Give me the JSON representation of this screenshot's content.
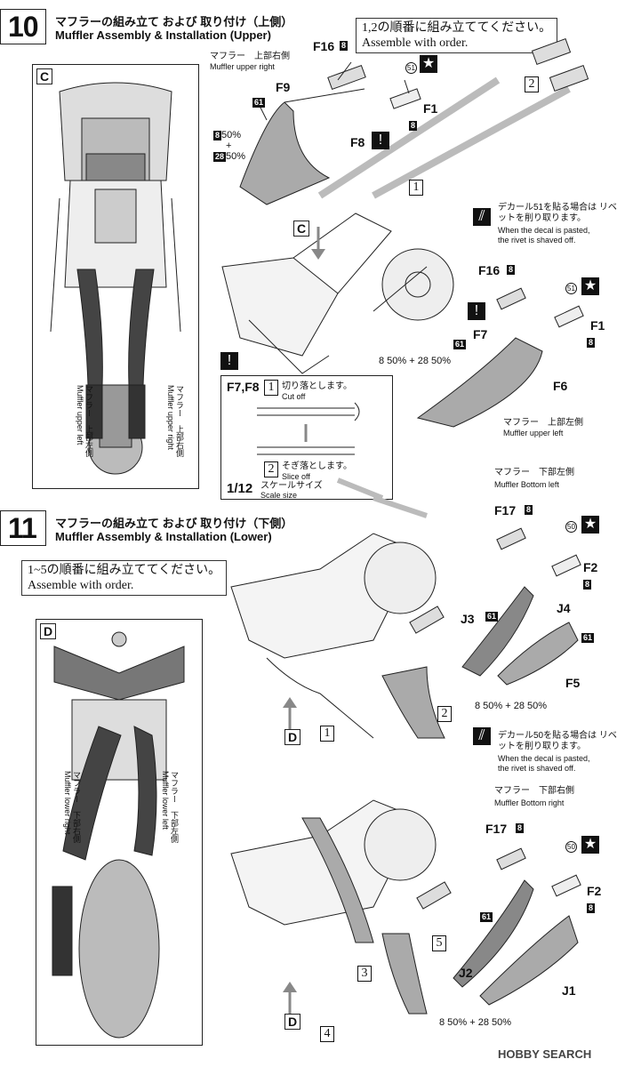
{
  "step10": {
    "number": "10",
    "title_jp": "マフラーの組み立て および 取り付け（上側）",
    "title_en": "Muffler Assembly & Installation (Upper)",
    "note_jp": "1,2の順番に組み立ててください。",
    "note_en": "Assemble with order.",
    "view_letter": "C",
    "labels": {
      "f16": "F16",
      "f16_badge": "8",
      "f1": "F1",
      "f1_badge": "8",
      "decal_51": "51",
      "f9": "F9",
      "f9_badge": "61",
      "f8": "F8",
      "mix_a": "8",
      "mix_a_pct": "50%",
      "plus": "+",
      "mix_b": "28",
      "mix_b_pct": "50%",
      "muffler_upper_right_jp": "マフラー　上部右側",
      "muffler_upper_right_en": "Muffler upper right",
      "seq1": "1",
      "seq2": "2",
      "arrow_c": "C",
      "decal_note_jp": "デカール51を貼る場合は リベットを削り取ります。",
      "decal_note_en1": "When the decal is pasted,",
      "decal_note_en2": "the rivet is shaved off.",
      "f16b": "F16",
      "f16b_badge": "8",
      "f1b": "F1",
      "f1b_badge": "8",
      "decal_51b": "51",
      "f7": "F7",
      "f6": "F6",
      "f7_badge": "61",
      "mix2": "8 50% + 28 50%",
      "muffler_upper_left_jp": "マフラー　上部左側",
      "muffler_upper_left_en": "Muffler upper left",
      "side_left_jp": "マフラー　上部左側",
      "side_left_en": "Muffler upper left",
      "side_right_jp": "マフラー　上部右側",
      "side_right_en": "Muffler upper right"
    },
    "detail": {
      "title": "F7,F8",
      "step1_jp": "切り落とします。",
      "step1_en": "Cut off",
      "step2_jp": "そぎ落とします。",
      "step2_en": "Slice off",
      "scale": "1/12",
      "scale_jp": "スケールサイズ",
      "scale_en": "Scale size"
    }
  },
  "step11": {
    "number": "11",
    "title_jp": "マフラーの組み立て および 取り付け（下側）",
    "title_en": "Muffler Assembly & Installation (Lower)",
    "note_jp": "1~5の順番に組み立ててください。",
    "note_en": "Assemble with order.",
    "view_letter": "D",
    "labels": {
      "bottom_left_jp": "マフラー　下部左側",
      "bottom_left_en": "Muffler Bottom left",
      "f17": "F17",
      "f17_badge": "8",
      "decal_50": "50",
      "f2": "F2",
      "f2_badge": "8",
      "j3": "J3",
      "j4": "J4",
      "j3_badge": "61",
      "f5": "F5",
      "f5_badge": "61",
      "mix": "8 50% + 28 50%",
      "seq1": "1",
      "seq2": "2",
      "seq3": "3",
      "seq4": "4",
      "seq5": "5",
      "arrow_d": "D",
      "arrow_d2": "D",
      "decal_note_jp": "デカール50を貼る場合は リベットを削り取ります。",
      "decal_note_en1": "When the decal is pasted,",
      "decal_note_en2": "the rivet is shaved off.",
      "bottom_right_jp": "マフラー　下部右側",
      "bottom_right_en": "Muffler Bottom right",
      "f17b": "F17",
      "f17b_badge": "8",
      "decal_50b": "50",
      "f2b": "F2",
      "f2b_badge": "8",
      "j2": "J2",
      "j1": "J1",
      "j_badge": "61",
      "mix_b": "8 50% + 28 50%",
      "side_right_jp": "マフラー　下部右側",
      "side_right_en": "Muffler lower right",
      "side_left_jp": "マフラー　下部左側",
      "side_left_en": "Muffler lower left"
    }
  },
  "watermark": "HOBBY SEARCH"
}
